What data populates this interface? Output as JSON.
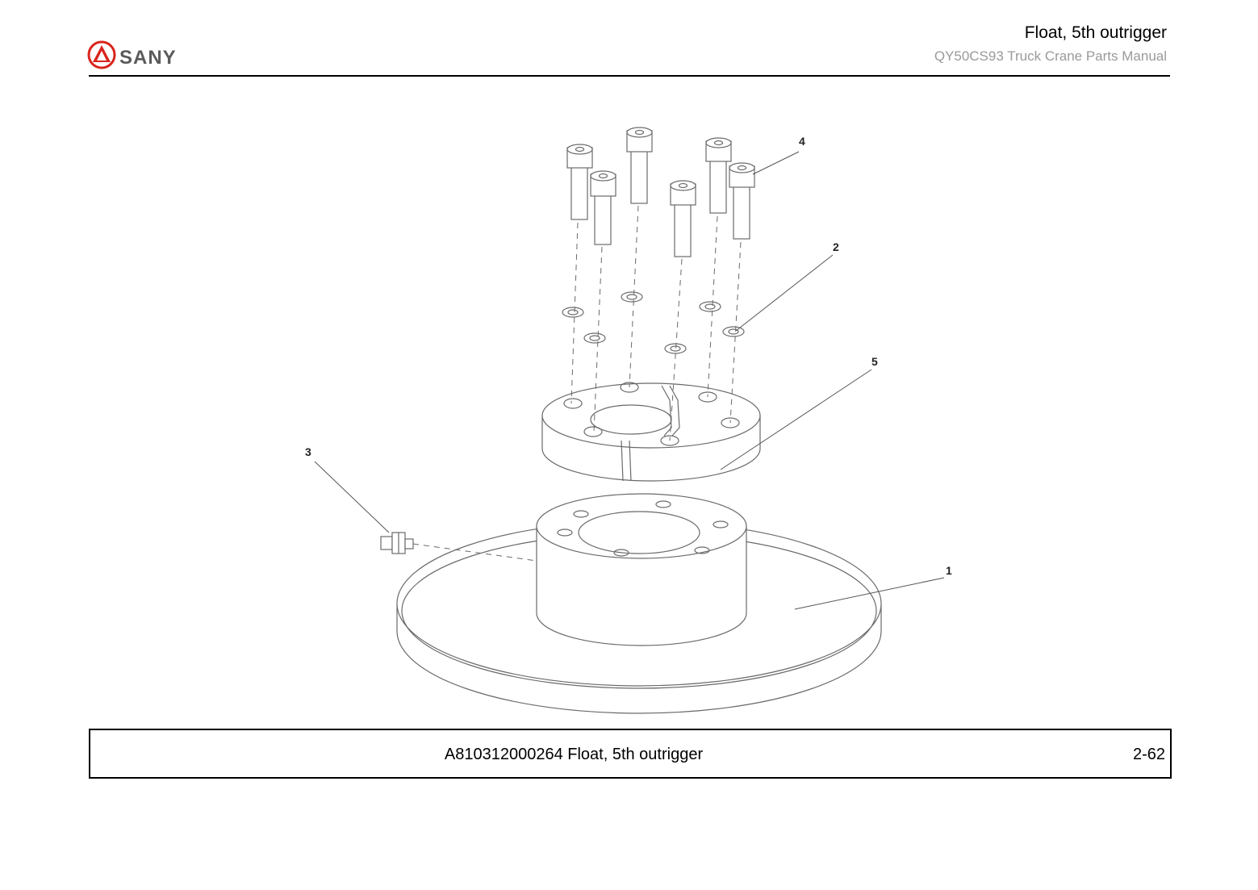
{
  "header": {
    "brand": "SANY",
    "title": "Float, 5th outrigger",
    "subtitle": "QY50CS93 Truck Crane  Parts Manual"
  },
  "diagram": {
    "callouts": [
      "1",
      "2",
      "3",
      "4",
      "5"
    ]
  },
  "caption": {
    "text": "A810312000264 Float, 5th outrigger",
    "page": "2-62"
  },
  "colors": {
    "brand_red": "#d9241b",
    "line": "#6a6a6a"
  }
}
